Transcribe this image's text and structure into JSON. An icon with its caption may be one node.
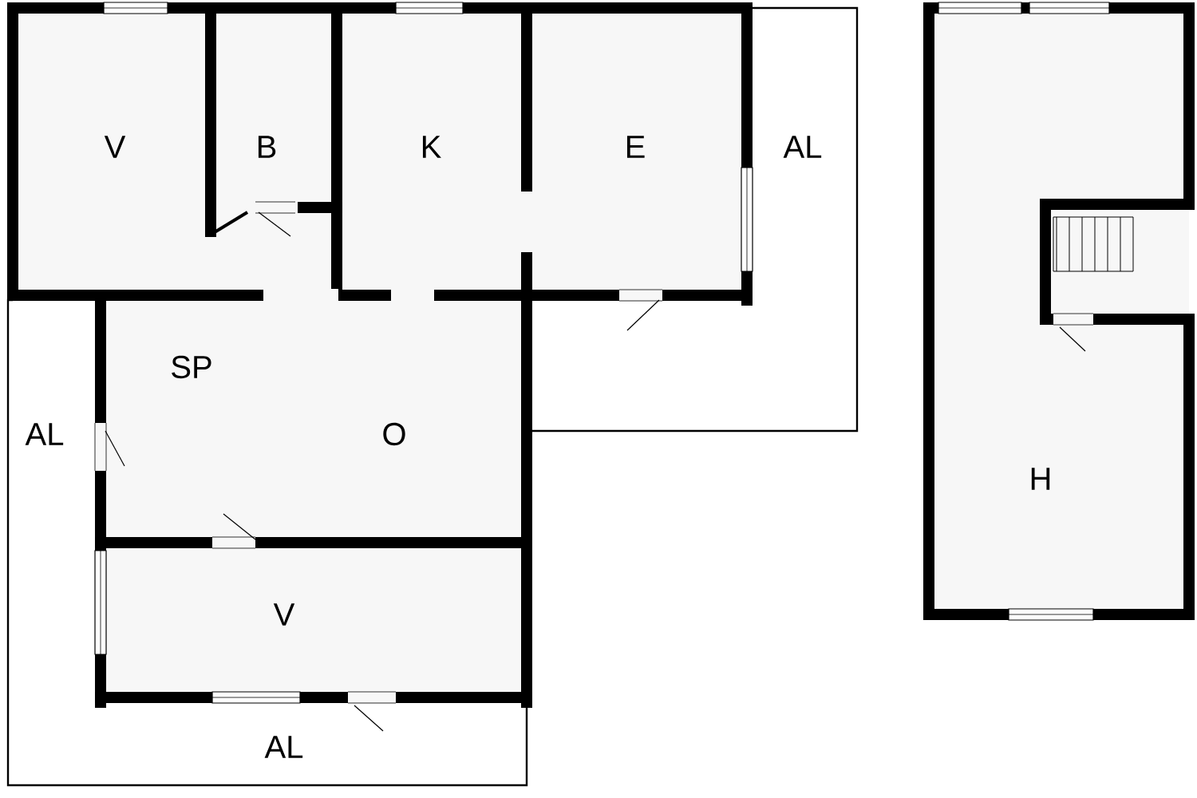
{
  "diagram": {
    "labels": [
      "V",
      "B",
      "K",
      "E",
      "AL",
      "SP",
      "AL",
      "O",
      "H",
      "V",
      "AL"
    ]
  }
}
